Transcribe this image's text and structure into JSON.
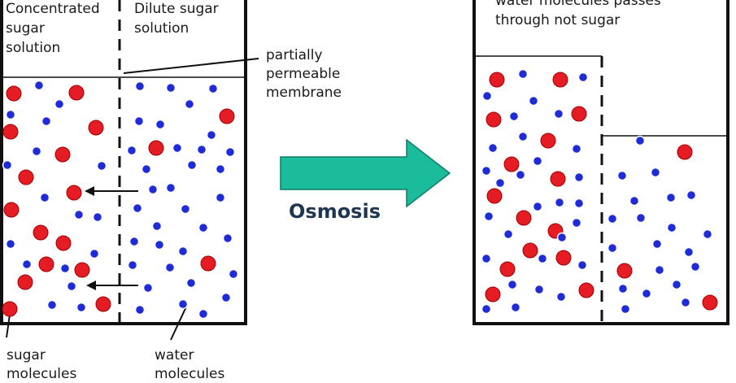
{
  "labels": {
    "concentrated": [
      "Concentrated",
      "sugar",
      "solution"
    ],
    "dilute": [
      "Dilute sugar",
      "solution"
    ],
    "membrane": [
      "partially",
      "permeable",
      "membrane"
    ],
    "osmosis": "Osmosis",
    "right_note": [
      "water molecules passes",
      "through not sugar"
    ],
    "sugar": [
      "sugar",
      "molecules"
    ],
    "water": [
      "water",
      "molecules"
    ]
  },
  "colors": {
    "sugar": "#e51c23",
    "water": "#1f2bd6",
    "arrow": "#1abc9c",
    "line": "#111111"
  }
}
